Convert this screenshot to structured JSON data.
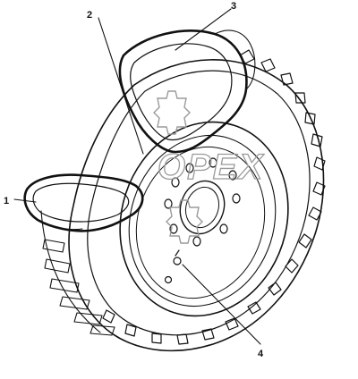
{
  "watermark": {
    "text": "OPEX"
  },
  "callouts": [
    {
      "number": "1"
    },
    {
      "number": "2"
    },
    {
      "number": "3"
    },
    {
      "number": "4"
    }
  ]
}
